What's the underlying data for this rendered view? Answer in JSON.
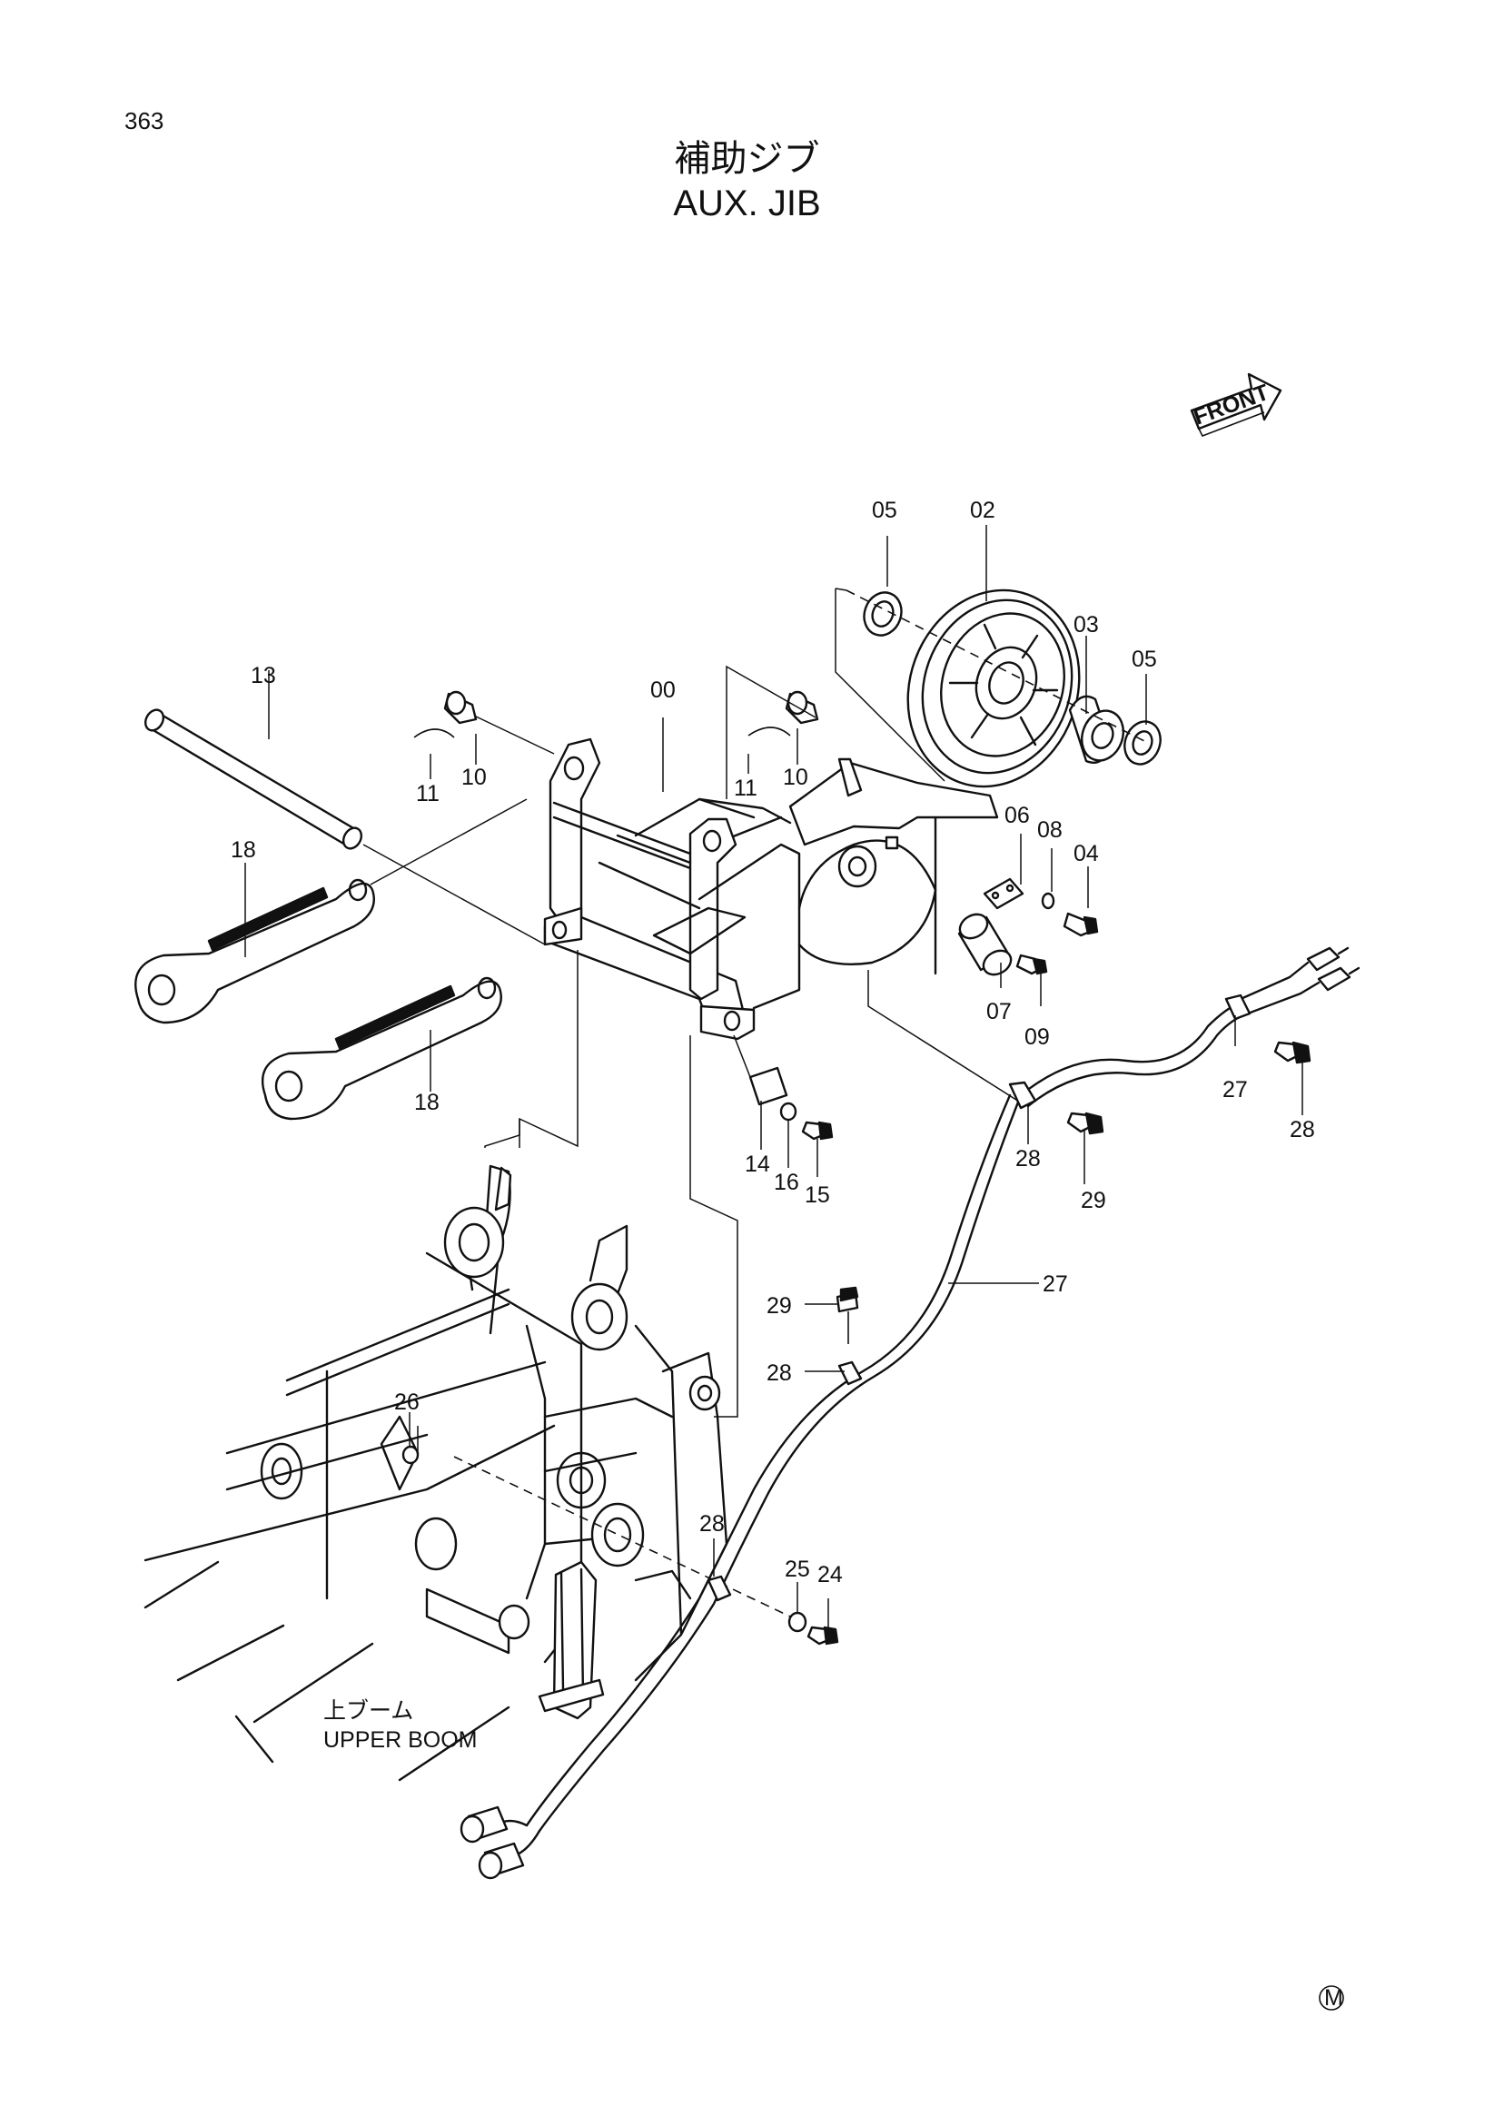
{
  "page_number": "363",
  "title_jp": "補助ジブ",
  "title_en": "AUX. JIB",
  "front_label": "FRONT",
  "mark": "M",
  "upper_boom_jp": "上ブーム",
  "upper_boom_en": "UPPER BOOM",
  "callouts": [
    "00",
    "02",
    "03",
    "04",
    "05",
    "05",
    "06",
    "07",
    "08",
    "09",
    "10",
    "10",
    "11",
    "11",
    "13",
    "14",
    "15",
    "16",
    "18",
    "18",
    "24",
    "25",
    "26",
    "27",
    "28",
    "28",
    "28",
    "28",
    "29",
    "29",
    "29"
  ]
}
